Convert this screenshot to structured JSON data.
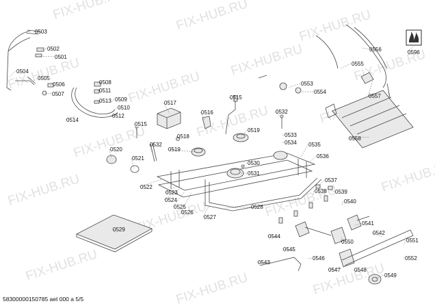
{
  "watermark": "FIX-HUB.RU",
  "footer": "58300000150785 aet 000 a 5/5",
  "parts": [
    {
      "id": "0503"
    },
    {
      "id": "0502"
    },
    {
      "id": "0501"
    },
    {
      "id": "0504"
    },
    {
      "id": "0505"
    },
    {
      "id": "0506"
    },
    {
      "id": "0507"
    },
    {
      "id": "0508"
    },
    {
      "id": "0511"
    },
    {
      "id": "0513"
    },
    {
      "id": "0509"
    },
    {
      "id": "0510"
    },
    {
      "id": "0512"
    },
    {
      "id": "0514"
    },
    {
      "id": "0515"
    },
    {
      "id": "0517"
    },
    {
      "id": "0516"
    },
    {
      "id": "0515"
    },
    {
      "id": "0518"
    },
    {
      "id": "0519"
    },
    {
      "id": "0519"
    },
    {
      "id": "0520"
    },
    {
      "id": "0532"
    },
    {
      "id": "0521"
    },
    {
      "id": "0522"
    },
    {
      "id": "0523"
    },
    {
      "id": "0524"
    },
    {
      "id": "0525"
    },
    {
      "id": "0526"
    },
    {
      "id": "0527"
    },
    {
      "id": "0530"
    },
    {
      "id": "0531"
    },
    {
      "id": "0528"
    },
    {
      "id": "0529"
    },
    {
      "id": "0532"
    },
    {
      "id": "0533"
    },
    {
      "id": "0534"
    },
    {
      "id": "0535"
    },
    {
      "id": "0536"
    },
    {
      "id": "0537"
    },
    {
      "id": "0538"
    },
    {
      "id": "0539"
    },
    {
      "id": "0540"
    },
    {
      "id": "0541"
    },
    {
      "id": "0542"
    },
    {
      "id": "0544"
    },
    {
      "id": "0550"
    },
    {
      "id": "0545"
    },
    {
      "id": "0546"
    },
    {
      "id": "0543"
    },
    {
      "id": "0547"
    },
    {
      "id": "0548"
    },
    {
      "id": "0549"
    },
    {
      "id": "0551"
    },
    {
      "id": "0552"
    },
    {
      "id": "0553"
    },
    {
      "id": "0554"
    },
    {
      "id": "0555"
    },
    {
      "id": "0556"
    },
    {
      "id": "0557"
    },
    {
      "id": "0558"
    },
    {
      "id": "0596"
    }
  ]
}
